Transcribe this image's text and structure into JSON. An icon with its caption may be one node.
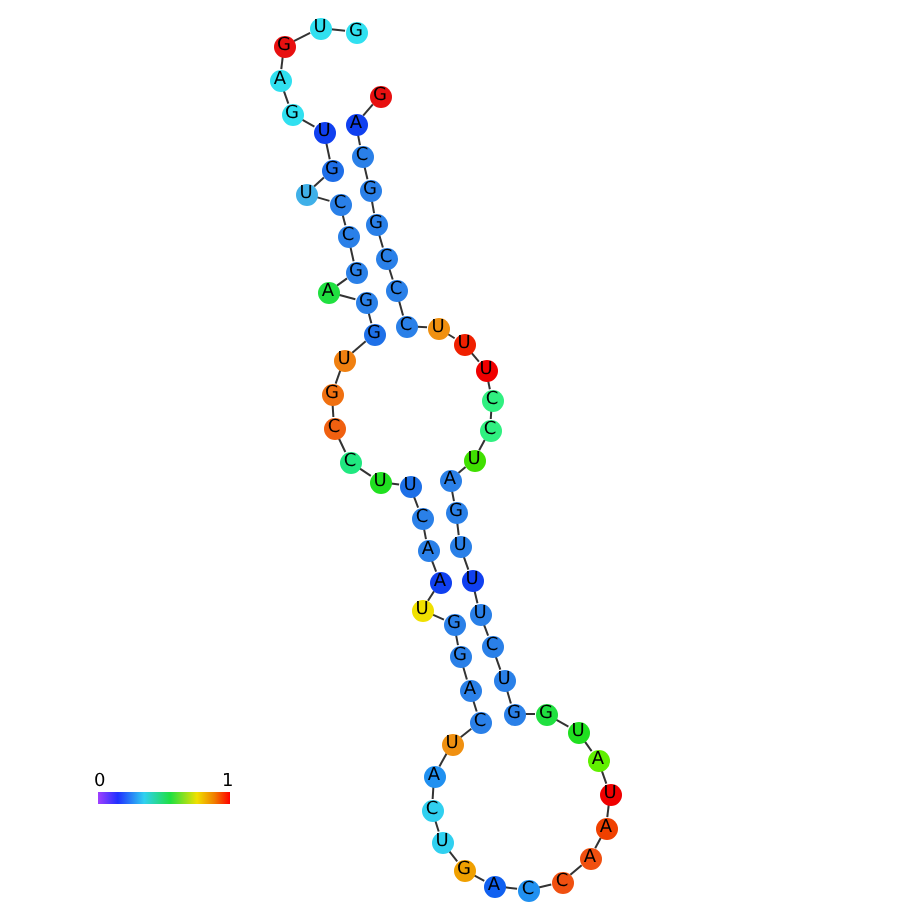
{
  "diagram": {
    "nodes": [
      {
        "text": [
          "G"
        ]
      },
      {
        "text": [
          "U"
        ]
      },
      {
        "text": [
          "G"
        ]
      },
      {
        "text": [
          "A"
        ]
      },
      {
        "text": [
          "G"
        ]
      },
      {
        "text": [
          "U"
        ]
      },
      {
        "text": [
          "G"
        ]
      },
      {
        "text": [
          "U"
        ]
      },
      {
        "text": [
          "C"
        ]
      },
      {
        "text": [
          "C"
        ]
      },
      {
        "text": [
          "G"
        ]
      },
      {
        "text": [
          "A"
        ]
      },
      {
        "text": [
          "G"
        ]
      },
      {
        "text": [
          "G"
        ]
      },
      {
        "text": [
          "U"
        ]
      },
      {
        "text": [
          "G"
        ]
      },
      {
        "text": [
          "C"
        ]
      },
      {
        "text": [
          "C"
        ]
      },
      {
        "text": [
          "U"
        ]
      },
      {
        "text": [
          "U"
        ]
      },
      {
        "text": [
          "C"
        ]
      },
      {
        "text": [
          "A"
        ]
      },
      {
        "text": [
          "A"
        ]
      },
      {
        "text": [
          "U"
        ]
      },
      {
        "text": [
          "G"
        ]
      },
      {
        "text": [
          "G"
        ]
      },
      {
        "text": [
          "A"
        ]
      },
      {
        "text": [
          "C"
        ]
      },
      {
        "text": [
          "U"
        ]
      },
      {
        "text": [
          "A"
        ]
      },
      {
        "text": [
          "C"
        ]
      },
      {
        "text": [
          "U"
        ]
      },
      {
        "text": [
          "G"
        ]
      },
      {
        "text": [
          "A"
        ]
      },
      {
        "text": [
          "C"
        ]
      },
      {
        "text": [
          "C"
        ]
      },
      {
        "text": [
          "A"
        ]
      },
      {
        "text": [
          "A"
        ]
      },
      {
        "text": [
          "U"
        ]
      },
      {
        "text": [
          "A"
        ]
      },
      {
        "text": [
          "U"
        ]
      },
      {
        "text": [
          "G"
        ]
      },
      {
        "text": [
          "G"
        ]
      },
      {
        "text": [
          "U"
        ]
      },
      {
        "text": [
          "C"
        ]
      },
      {
        "text": [
          "U"
        ]
      },
      {
        "text": [
          "U"
        ]
      },
      {
        "text": [
          "U"
        ]
      },
      {
        "text": [
          "G"
        ]
      },
      {
        "text": [
          "A"
        ]
      },
      {
        "text": [
          "U"
        ]
      },
      {
        "text": [
          "C"
        ]
      },
      {
        "text": [
          "C"
        ]
      },
      {
        "text": [
          "U"
        ]
      },
      {
        "text": [
          "U"
        ]
      },
      {
        "text": [
          "U"
        ]
      },
      {
        "text": [
          "C"
        ]
      },
      {
        "text": [
          "C"
        ]
      },
      {
        "text": [
          "C"
        ]
      },
      {
        "text": [
          "G"
        ]
      },
      {
        "text": [
          "G"
        ]
      },
      {
        "text": [
          "C"
        ]
      },
      {
        "text": [
          "A"
        ]
      },
      {
        "text": [
          "G"
        ]
      }
    ],
    "edges": [
      {
        "from": 0,
        "to": 1,
        "arrow": "none"
      },
      {
        "from": 1,
        "to": 2,
        "arrow": "none"
      },
      {
        "from": 2,
        "to": 3,
        "arrow": "none"
      },
      {
        "from": 3,
        "to": 4,
        "arrow": "none"
      },
      {
        "from": 4,
        "to": 5,
        "arrow": "none"
      },
      {
        "from": 5,
        "to": 6,
        "arrow": "none"
      },
      {
        "from": 6,
        "to": 7,
        "arrow": "none"
      },
      {
        "from": 7,
        "to": 8,
        "arrow": "none"
      },
      {
        "from": 8,
        "to": 9,
        "arrow": "none"
      },
      {
        "from": 9,
        "to": 10,
        "arrow": "none"
      },
      {
        "from": 10,
        "to": 11,
        "arrow": "none"
      },
      {
        "from": 11,
        "to": 12,
        "arrow": "none"
      },
      {
        "from": 12,
        "to": 13,
        "arrow": "none"
      },
      {
        "from": 13,
        "to": 14,
        "arrow": "none"
      },
      {
        "from": 14,
        "to": 15,
        "arrow": "none"
      },
      {
        "from": 15,
        "to": 16,
        "arrow": "none"
      },
      {
        "from": 16,
        "to": 17,
        "arrow": "none"
      },
      {
        "from": 17,
        "to": 18,
        "arrow": "none"
      },
      {
        "from": 18,
        "to": 19,
        "arrow": "none"
      },
      {
        "from": 19,
        "to": 20,
        "arrow": "none"
      },
      {
        "from": 20,
        "to": 21,
        "arrow": "none"
      },
      {
        "from": 21,
        "to": 22,
        "arrow": "none"
      },
      {
        "from": 22,
        "to": 23,
        "arrow": "none"
      },
      {
        "from": 23,
        "to": 24,
        "arrow": "none"
      },
      {
        "from": 24,
        "to": 25,
        "arrow": "none"
      },
      {
        "from": 25,
        "to": 26,
        "arrow": "none"
      },
      {
        "from": 26,
        "to": 27,
        "arrow": "none"
      },
      {
        "from": 27,
        "to": 28,
        "arrow": "none"
      },
      {
        "from": 28,
        "to": 29,
        "arrow": "none"
      },
      {
        "from": 29,
        "to": 30,
        "arrow": "none"
      },
      {
        "from": 30,
        "to": 31,
        "arrow": "none"
      },
      {
        "from": 31,
        "to": 32,
        "arrow": "none"
      },
      {
        "from": 32,
        "to": 33,
        "arrow": "none"
      },
      {
        "from": 33,
        "to": 34,
        "arrow": "none"
      },
      {
        "from": 34,
        "to": 35,
        "arrow": "none"
      },
      {
        "from": 35,
        "to": 36,
        "arrow": "none"
      },
      {
        "from": 36,
        "to": 37,
        "arrow": "none"
      },
      {
        "from": 37,
        "to": 38,
        "arrow": "none"
      },
      {
        "from": 38,
        "to": 39,
        "arrow": "none"
      },
      {
        "from": 39,
        "to": 40,
        "arrow": "none"
      },
      {
        "from": 40,
        "to": 41,
        "arrow": "none"
      },
      {
        "from": 41,
        "to": 42,
        "arrow": "none"
      },
      {
        "from": 42,
        "to": 43,
        "arrow": "none"
      },
      {
        "from": 43,
        "to": 44,
        "arrow": "none"
      },
      {
        "from": 44,
        "to": 45,
        "arrow": "none"
      },
      {
        "from": 45,
        "to": 46,
        "arrow": "none"
      },
      {
        "from": 46,
        "to": 47,
        "arrow": "none"
      },
      {
        "from": 47,
        "to": 48,
        "arrow": "none"
      },
      {
        "from": 48,
        "to": 49,
        "arrow": "none"
      },
      {
        "from": 49,
        "to": 50,
        "arrow": "none"
      },
      {
        "from": 50,
        "to": 51,
        "arrow": "none"
      },
      {
        "from": 51,
        "to": 52,
        "arrow": "none"
      },
      {
        "from": 52,
        "to": 53,
        "arrow": "none"
      },
      {
        "from": 53,
        "to": 54,
        "arrow": "none"
      },
      {
        "from": 54,
        "to": 55,
        "arrow": "none"
      },
      {
        "from": 55,
        "to": 56,
        "arrow": "none"
      },
      {
        "from": 56,
        "to": 57,
        "arrow": "none"
      },
      {
        "from": 57,
        "to": 58,
        "arrow": "none"
      },
      {
        "from": 58,
        "to": 59,
        "arrow": "none"
      },
      {
        "from": 59,
        "to": 60,
        "arrow": "none"
      },
      {
        "from": 60,
        "to": 61,
        "arrow": "none"
      },
      {
        "from": 61,
        "to": 62,
        "arrow": "none"
      },
      {
        "from": 62,
        "to": 63,
        "arrow": "none"
      }
    ],
    "labels": [
      "0",
      "1"
    ]
  }
}
